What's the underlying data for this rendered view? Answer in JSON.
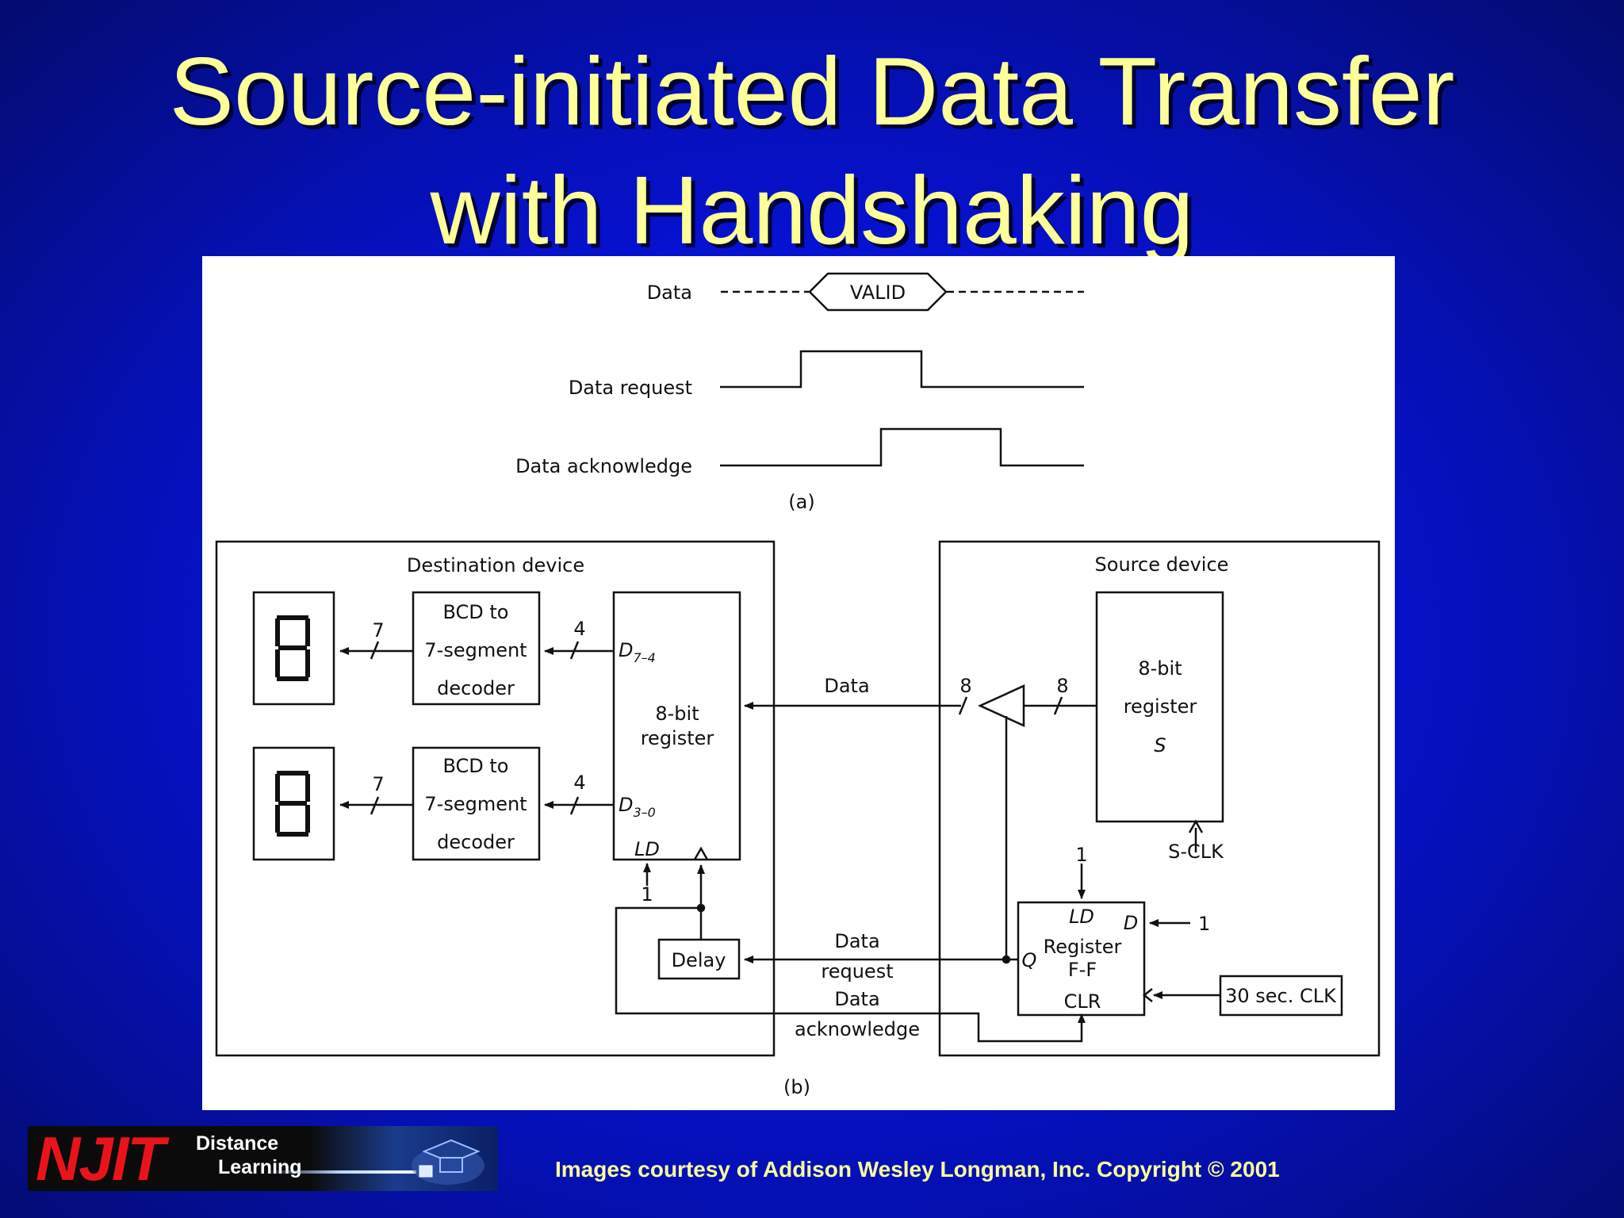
{
  "slide": {
    "title_line1": "Source-initiated Data Transfer",
    "title_line2": "with Handshaking",
    "credit": "Images courtesy of Addison Wesley Longman, Inc. Copyright © 2001"
  },
  "logo": {
    "brand": "NJIT",
    "line1": "Distance",
    "line2": "Learning"
  },
  "timing": {
    "signals": [
      "Data",
      "Data request",
      "Data acknowledge"
    ],
    "valid_label": "VALID",
    "caption": "(a)"
  },
  "circuit": {
    "destination_label": "Destination device",
    "source_label": "Source device",
    "decoder_line1": "BCD to",
    "decoder_line2": "7-segment",
    "decoder_line3": "decoder",
    "bus7": "7",
    "bus4": "4",
    "bus8": "8",
    "d74": "D",
    "d74_sub": "7–4",
    "d30": "D",
    "d30_sub": "3–0",
    "reg_line1": "8-bit",
    "reg_line2": "register",
    "ld": "LD",
    "one": "1",
    "delay": "Delay",
    "data": "Data",
    "data_request_1": "Data",
    "data_request_2": "request",
    "data_ack_1": "Data",
    "data_ack_2": "acknowledge",
    "src_reg_line1": "8-bit",
    "src_reg_line2": "register",
    "src_reg_s": "S",
    "sclk": "S-CLK",
    "ff_ld": "LD",
    "ff_d": "D",
    "ff_q": "Q",
    "ff_line1": "Register",
    "ff_line2": "F-F",
    "ff_clr": "CLR",
    "clk30": "30 sec. CLK",
    "caption": "(b)"
  },
  "colors": {
    "background": "#0712e0",
    "title": "#ffff99",
    "credit": "#ffff99",
    "logo_red": "#e8141a"
  }
}
